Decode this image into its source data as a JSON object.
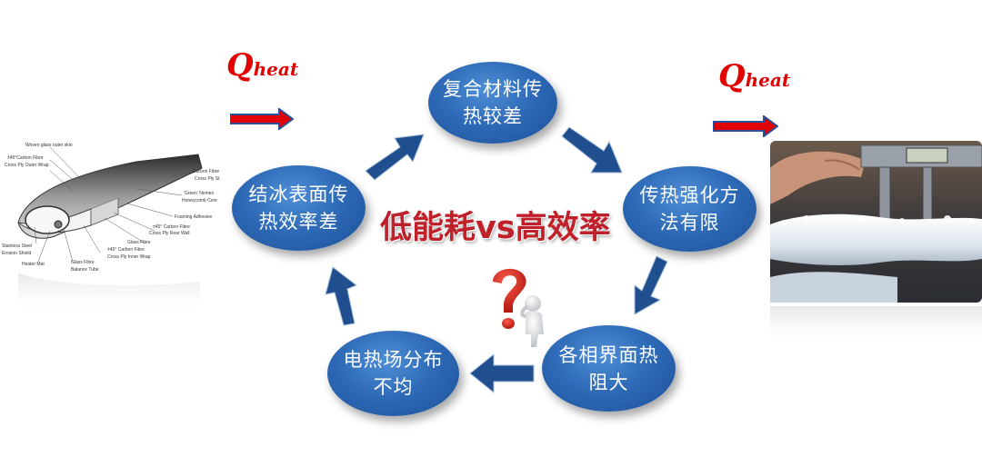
{
  "heat_labels": {
    "left": {
      "main": "Q",
      "sub": "heat"
    },
    "right": {
      "main": "Q",
      "sub": "heat"
    }
  },
  "center_title": "低能耗vs高效率",
  "nodes": {
    "top": "复合材料传\n热较差",
    "right": "传热强化方\n法有限",
    "bottom_right": "各相界面热\n阻大",
    "bottom_left": "电热场分布\n不均",
    "left": "结冰表面传\n热效率差"
  },
  "diagram_labels": [
    "Woven glass outer skin",
    "±45°Carbon Fibre",
    "Cross Ply Outer Wrap",
    "Carbon Fibre",
    "Cross Ply St",
    "'Green' Nomex",
    "Honeycomb Core",
    "Foaming Adhesive",
    "±45° Carbon Fibre",
    "Cross Ply Rear Wall",
    "Glass Fibre",
    "±45° Carbon Fibre",
    "Cross Ply Inner Wrap",
    "Stainless Steel",
    "Erosion Shield",
    "Heater Mat",
    "Glass Fibre",
    "Balance Tube"
  ],
  "colors": {
    "node_blue": "#2f6bb8",
    "arrow_blue": "#1f4f8f",
    "accent_red": "#e00000",
    "title_red": "#c0202a",
    "question_red": "#d8231c"
  },
  "icons": {
    "thinking_figure": "question-mark-figure-icon",
    "frozen_pipe_photo": "frozen-pipe-caliper-photo",
    "blade_section": "rotor-blade-cross-section-diagram"
  }
}
